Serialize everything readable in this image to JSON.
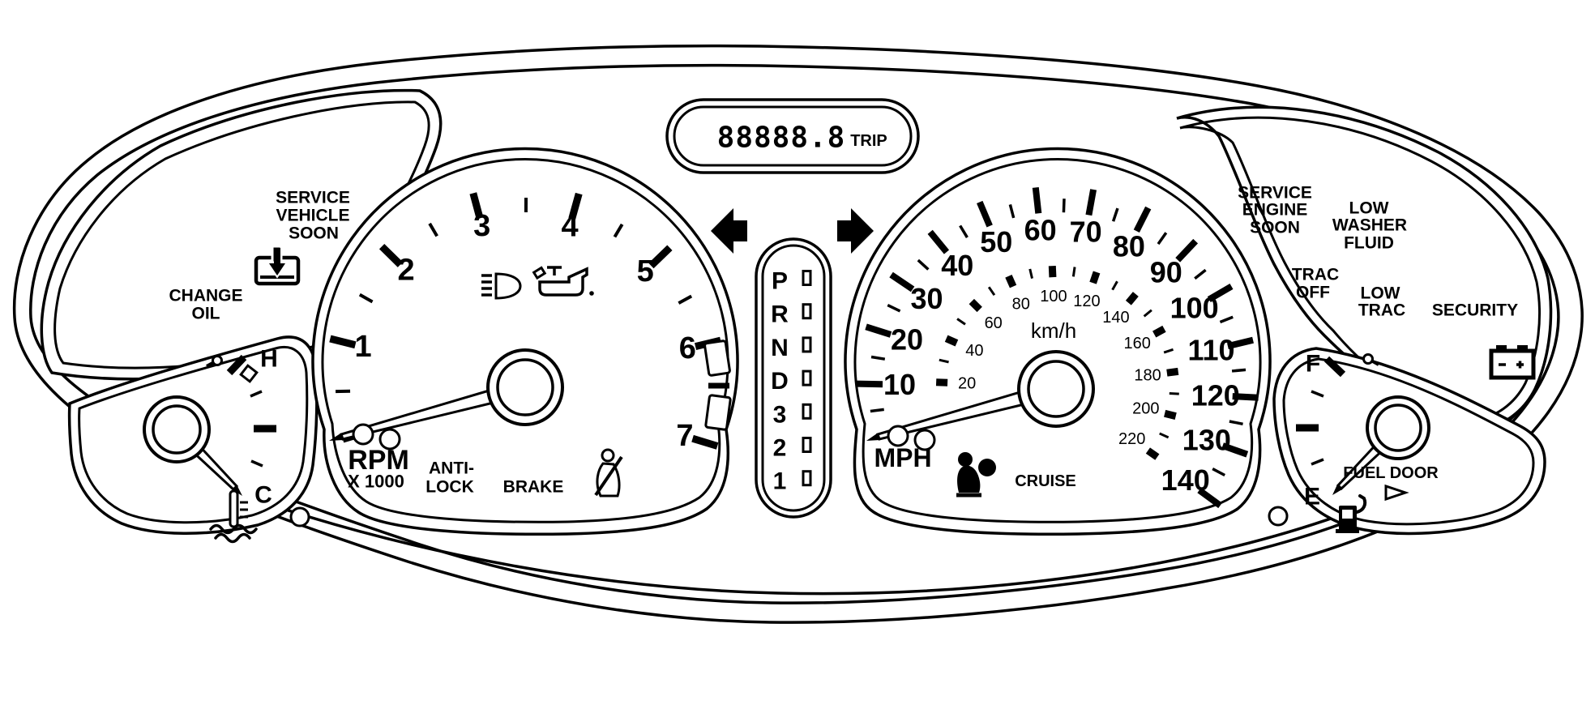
{
  "trip_display": {
    "value": "88888.8",
    "label": "TRIP"
  },
  "gear_indicator": {
    "positions": [
      "P",
      "R",
      "N",
      "D",
      "3",
      "2",
      "1"
    ]
  },
  "tachometer": {
    "labels": [
      "1",
      "2",
      "3",
      "4",
      "5",
      "6",
      "7"
    ],
    "unit_label": "RPM",
    "multiplier_label": "X 1000"
  },
  "speedometer": {
    "mph_labels": [
      "10",
      "20",
      "30",
      "40",
      "50",
      "60",
      "70",
      "80",
      "90",
      "100",
      "110",
      "120",
      "130",
      "140"
    ],
    "km_labels": [
      "20",
      "40",
      "60",
      "80",
      "100",
      "120",
      "140",
      "160",
      "180",
      "200",
      "220"
    ],
    "mph_unit": "MPH",
    "km_unit": "km/h"
  },
  "telltales": {
    "anti_lock": [
      "ANTI-",
      "LOCK"
    ],
    "brake": "BRAKE",
    "cruise": "CRUISE"
  },
  "temp_gauge": {
    "hot_label": "H",
    "cold_label": "C"
  },
  "fuel_gauge": {
    "full_label": "F",
    "empty_label": "E",
    "fuel_door_label": "FUEL DOOR"
  },
  "left_warning_pod": {
    "service_vehicle_soon": [
      "SERVICE",
      "VEHICLE",
      "SOON"
    ],
    "change_oil": [
      "CHANGE",
      "OIL"
    ]
  },
  "right_warning_pod": {
    "service_engine_soon": [
      "SERVICE",
      "ENGINE",
      "SOON"
    ],
    "low_washer_fluid": [
      "LOW",
      "WASHER",
      "FLUID"
    ],
    "trac_off": [
      "TRAC",
      "OFF"
    ],
    "low_trac": [
      "LOW",
      "TRAC"
    ],
    "security": "SECURITY"
  },
  "icons": {
    "change_oil": "oil-change-box-icon",
    "high_beam": "high-beam-icon",
    "oil_pressure": "oil-can-icon",
    "seatbelt": "seatbelt-icon",
    "airbag": "airbag-icon",
    "coolant_temp": "coolant-thermometer-icon",
    "fuel_pump": "fuel-pump-icon",
    "battery": "battery-icon",
    "turn_left": "left-arrow-icon",
    "turn_right": "right-arrow-icon",
    "fuel_door_pointer": "fuel-door-triangle-icon"
  },
  "colors": {
    "ink": "#000000",
    "paper": "#ffffff"
  }
}
